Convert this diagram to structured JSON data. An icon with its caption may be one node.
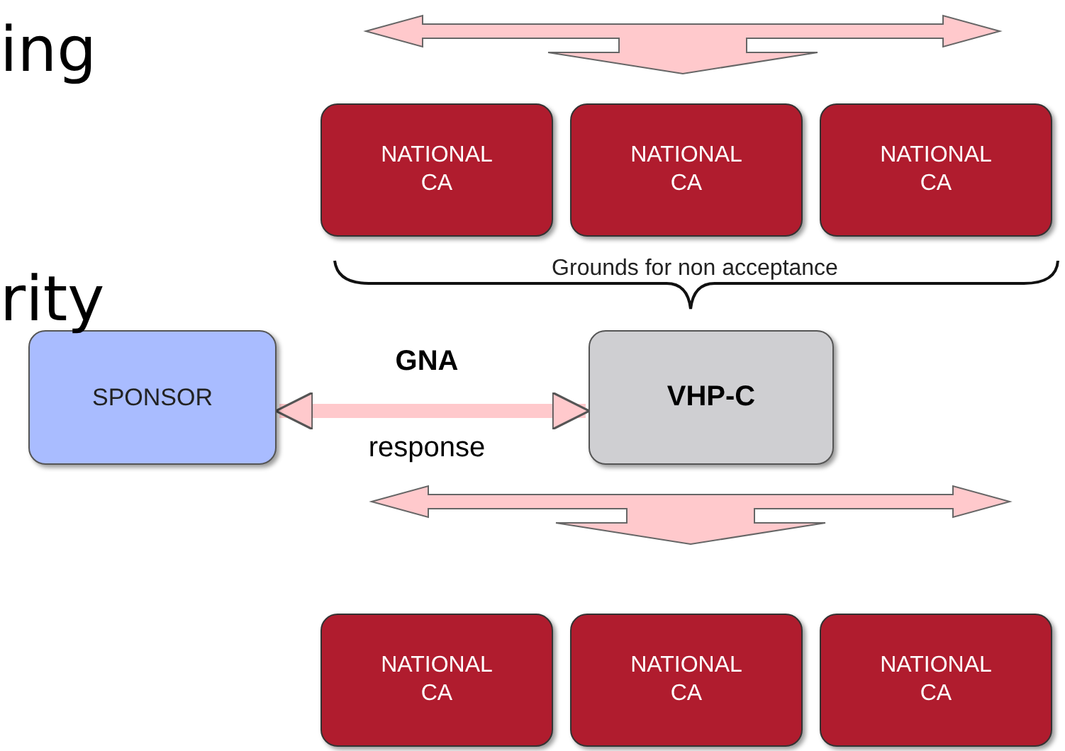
{
  "diagram": {
    "nodes": [
      {
        "text": [
          "SPONSOR"
        ]
      },
      {
        "text": [
          "VHP-C"
        ]
      },
      {
        "text": [
          "NATIONAL CA"
        ]
      },
      {
        "text": [
          "NATIONAL CA"
        ]
      },
      {
        "text": [
          "NATIONAL CA"
        ]
      },
      {
        "text": [
          "NATIONAL CA"
        ]
      },
      {
        "text": [
          "NATIONAL CA"
        ]
      },
      {
        "text": [
          "NATIONAL CA"
        ]
      }
    ],
    "edges": [
      {
        "from": 0,
        "to": 1,
        "arrow": "both",
        "label": "GNA"
      }
    ],
    "labels": [
      "ing",
      "Grounds for non acceptance",
      "rity",
      "response"
    ]
  }
}
